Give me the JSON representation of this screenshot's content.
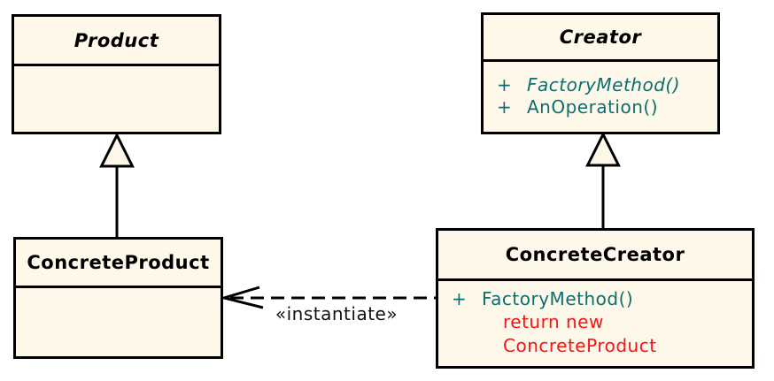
{
  "colors": {
    "background": "#ffffff",
    "box_fill": "#fdf8ea",
    "box_border": "#000000",
    "title_text": "#000000",
    "method_text": "#0d6e6e",
    "note_text": "#f81414",
    "label_text": "#111111",
    "connector": "#000000"
  },
  "classes": {
    "product": {
      "name": "Product",
      "abstract": true
    },
    "creator": {
      "name": "Creator",
      "abstract": true,
      "methods": [
        {
          "visibility": "+",
          "name": "FactoryMethod()",
          "italic": true
        },
        {
          "visibility": "+",
          "name": "AnOperation()",
          "italic": false
        }
      ]
    },
    "concrete_product": {
      "name": "ConcreteProduct",
      "abstract": false
    },
    "concrete_creator": {
      "name": "ConcreteCreator",
      "abstract": false,
      "methods": [
        {
          "visibility": "+",
          "name": "FactoryMethod()",
          "italic": false
        }
      ],
      "note_lines": [
        "return new",
        "ConcreteProduct"
      ]
    }
  },
  "relations": {
    "instantiate_label": "«instantiate»",
    "generalizations": [
      {
        "from": "ConcreteProduct",
        "to": "Product"
      },
      {
        "from": "ConcreteCreator",
        "to": "Creator"
      }
    ],
    "dependency": {
      "from": "ConcreteCreator",
      "to": "ConcreteProduct",
      "stereotype": "«instantiate»"
    }
  }
}
